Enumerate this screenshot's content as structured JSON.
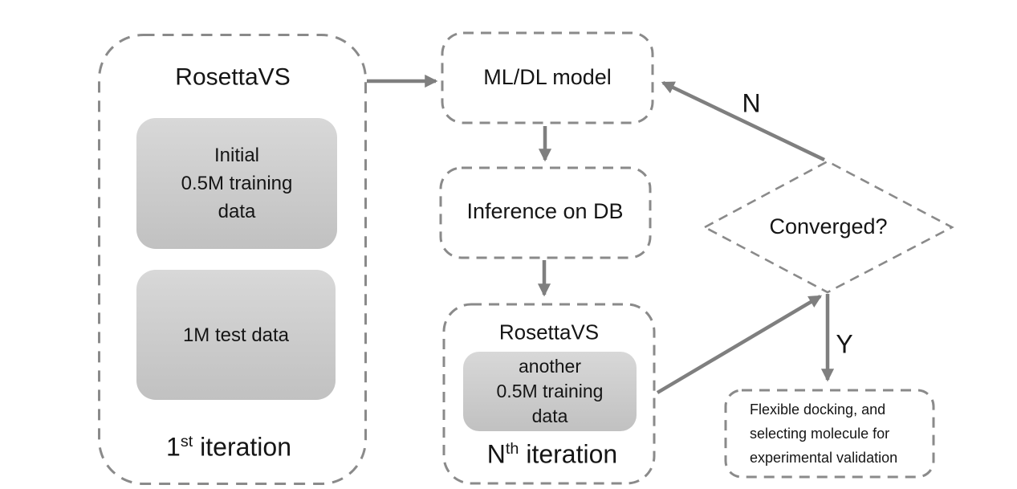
{
  "colors": {
    "background": "#ffffff",
    "dash_border": "#8a8a8a",
    "arrow": "#7f7f7f",
    "box_fill_top": "#d8d8d8",
    "box_fill_bottom": "#c1c1c1",
    "text": "#151515"
  },
  "nodes": {
    "iteration1": {
      "title": "RosettaVS",
      "training_box": {
        "line1": "Initial",
        "line2": "0.5M training",
        "line3": "data"
      },
      "test_box": {
        "line1": "1M test data"
      },
      "label": {
        "base": "1",
        "sup": "st",
        "rest": " iteration"
      }
    },
    "ml_model": {
      "title": "ML/DL model"
    },
    "inference": {
      "title": "Inference on DB"
    },
    "iterationN": {
      "title": "RosettaVS",
      "training_box": {
        "line1": "another",
        "line2": "0.5M training",
        "line3": "data"
      },
      "label": {
        "base": "N",
        "sup": "th",
        "rest": " iteration"
      }
    },
    "decision": {
      "title": "Converged?",
      "no_label": "N",
      "yes_label": "Y"
    },
    "final": {
      "line1": "Flexible docking, and",
      "line2": "selecting molecule for",
      "line3": "experimental validation"
    }
  }
}
